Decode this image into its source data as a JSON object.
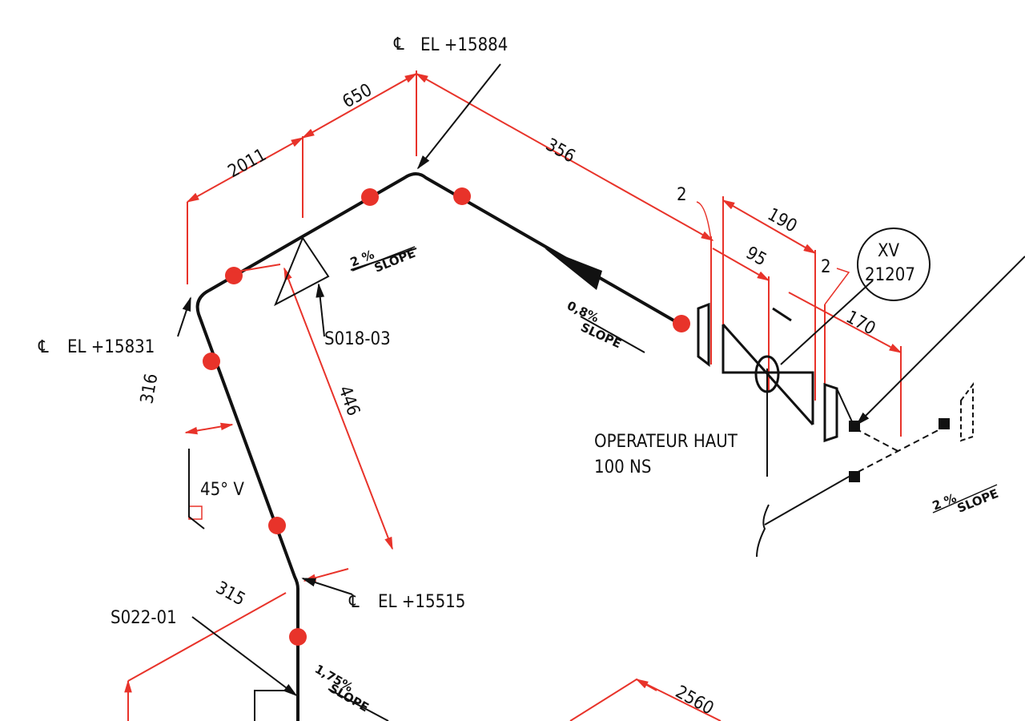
{
  "drawing": {
    "elevations": [
      "EL +15884",
      "EL +15831",
      "EL +15515"
    ],
    "centerline_symbol": "℄",
    "dimensions": {
      "d2011": "2011",
      "d650": "650",
      "d356": "356",
      "d190": "190",
      "d95": "95",
      "d170": "170",
      "d446": "446",
      "d316": "316",
      "d315": "315",
      "d2560": "2560",
      "gap1": "2",
      "gap2": "2"
    },
    "supports": [
      "S018-03",
      "S022-01"
    ],
    "slopes": {
      "s1_pct": "2 %",
      "s1_label": "SLOPE",
      "s2_pct": "0,8%",
      "s2_label": "SLOPE",
      "s3_pct": "2 %",
      "s3_label": "SLOPE",
      "s4_pct": "1,75%",
      "s4_label": "SLOPE"
    },
    "angle_label": "45° V",
    "valve_tag": {
      "line1": "XV",
      "line2": "21207"
    },
    "valve_note": {
      "line1": "OPERATEUR HAUT",
      "line2": "100 NS"
    },
    "colors": {
      "dimension": "#e8332a",
      "pipe": "#111111"
    }
  }
}
